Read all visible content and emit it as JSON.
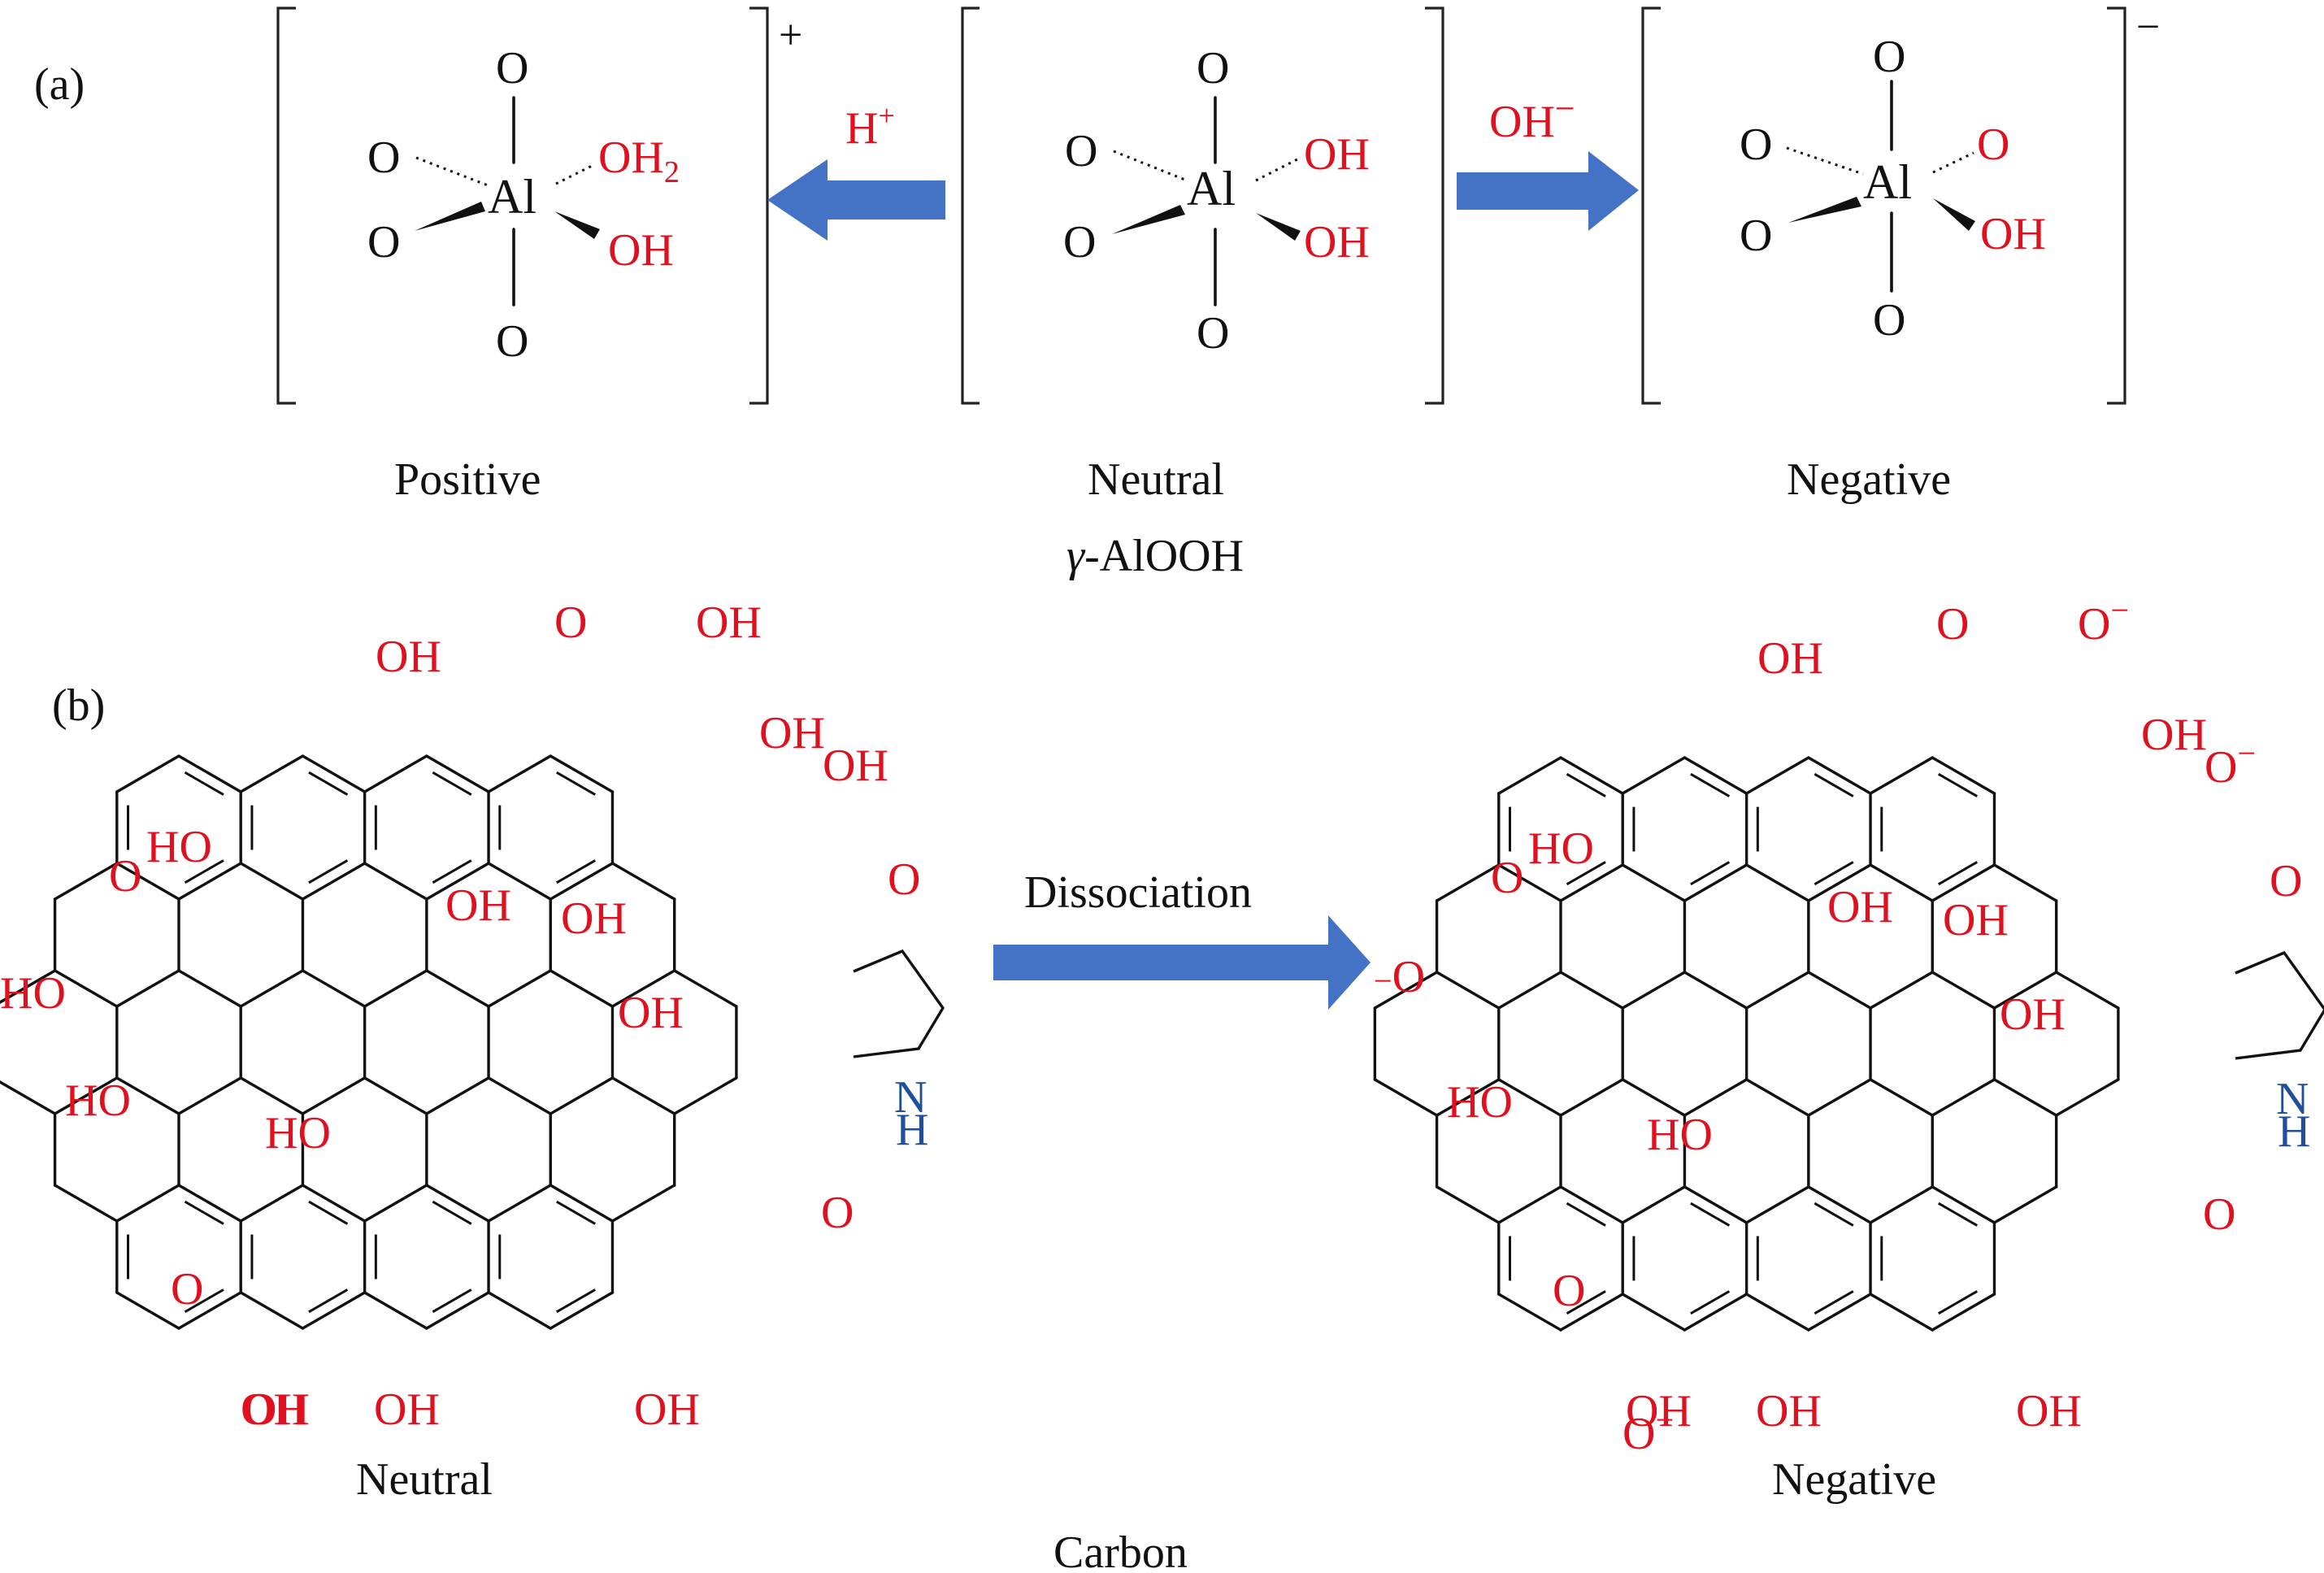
{
  "panel_a": {
    "panel_label": "(a)",
    "colors": {
      "red_group": "#e0101e",
      "arrow": "#4472c4",
      "nitrogen": "#1f4e9a"
    },
    "positive": {
      "charge": "+",
      "center": "Al",
      "top": "O",
      "bottom": "O",
      "upper_left": "O",
      "lower_left": "O",
      "upper_right_base": "OH",
      "upper_right_sub": "2",
      "lower_right": "OH",
      "caption": "Positive"
    },
    "neutral": {
      "center": "Al",
      "top": "O",
      "bottom": "O",
      "upper_left": "O",
      "lower_left": "O",
      "upper_right": "OH",
      "lower_right": "OH",
      "caption": "Neutral",
      "species_prefix": "γ",
      "species_suffix": "-AlOOH"
    },
    "negative": {
      "charge": "−",
      "center": "Al",
      "top": "O",
      "bottom": "O",
      "upper_left": "O",
      "lower_left": "O",
      "upper_right": "O",
      "lower_right": "OH",
      "caption": "Negative"
    },
    "left_arrow_base": "H",
    "left_arrow_sup": "+",
    "right_arrow_base": "OH",
    "right_arrow_sup": "−"
  },
  "panel_b": {
    "panel_label": "(b)",
    "arrow_label": "Dissociation",
    "neutral_caption": "Neutral",
    "negative_caption": "Negative",
    "bottom_caption": "Carbon",
    "oh": "OH",
    "ho": "HO",
    "o": "O",
    "o_minus_base": "O",
    "minus": "−",
    "nh_n": "N",
    "nh_h": "H"
  }
}
